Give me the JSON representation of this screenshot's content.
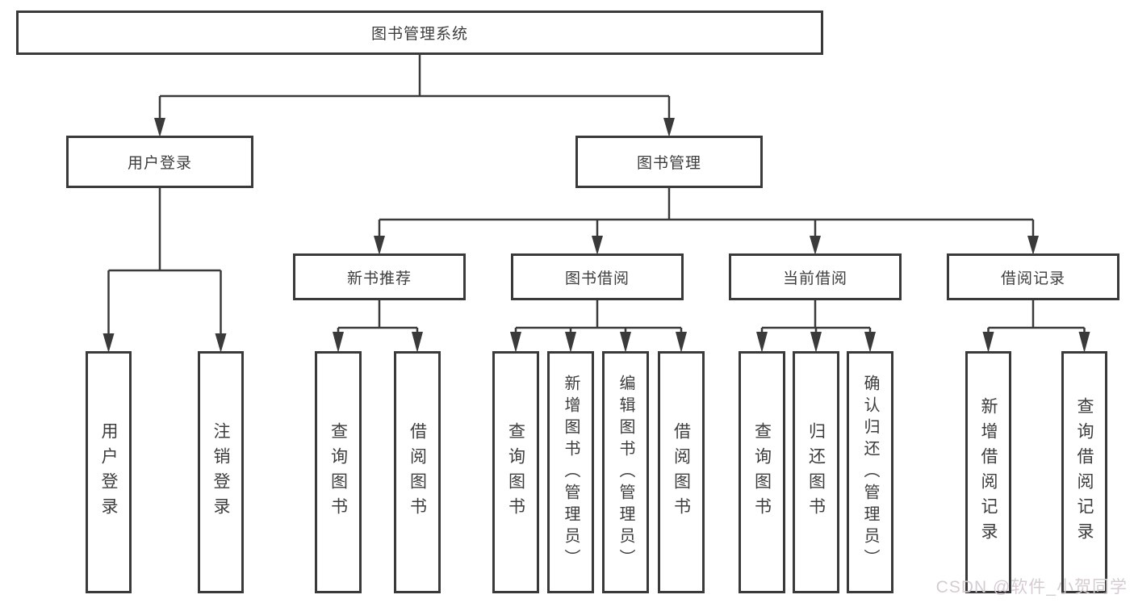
{
  "tree": {
    "root": "图书管理系统",
    "children": [
      {
        "label": "用户登录",
        "children": [
          "用户登录",
          "注销登录"
        ]
      },
      {
        "label": "图书管理",
        "children": [
          {
            "label": "新书推荐",
            "children": [
              "查询图书",
              "借阅图书"
            ]
          },
          {
            "label": "图书借阅",
            "children": [
              "查询图书",
              "新增图书（管理员）",
              "编辑图书（管理员）",
              "借阅图书"
            ]
          },
          {
            "label": "当前借阅",
            "children": [
              "查询图书",
              "归还图书",
              "确认归还（管理员）"
            ]
          },
          {
            "label": "借阅记录",
            "children": [
              "新增借阅记录",
              "查询借阅记录"
            ]
          }
        ]
      }
    ]
  },
  "watermark": {
    "text": "CSDN @软件_小贺同学"
  },
  "colors": {
    "line": "#3a3a3a",
    "text": "#3d3d3d",
    "background": "#ffffff",
    "watermark": "#d5ccd1"
  }
}
